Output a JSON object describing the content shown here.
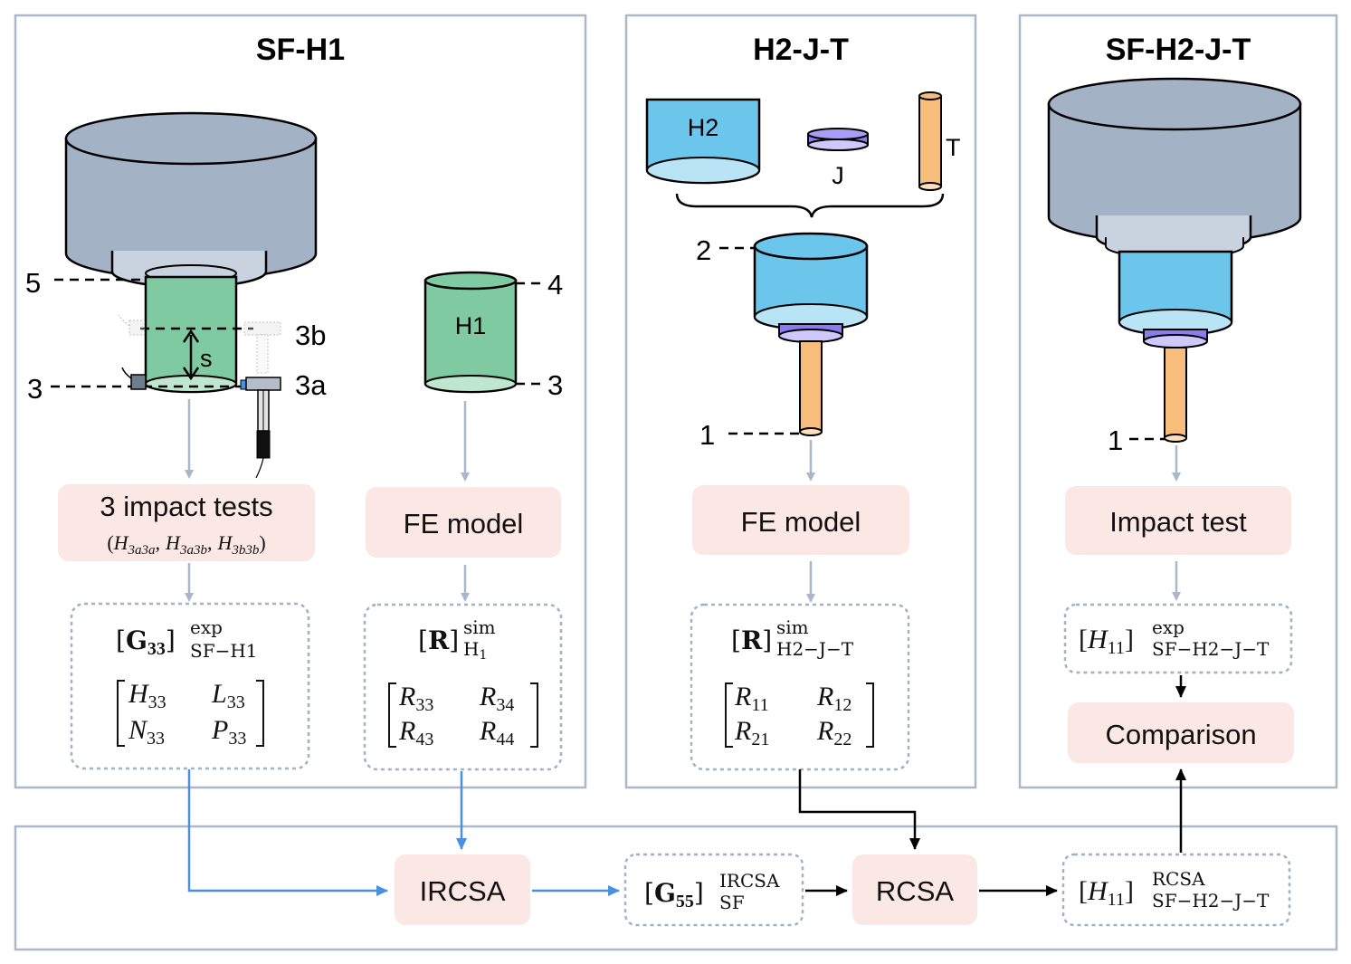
{
  "panels": {
    "sf_h1": {
      "title": "SF-H1"
    },
    "h2_j_t": {
      "title": "H2-J-T"
    },
    "sf_h2_j_t": {
      "title": "SF-H2-J-T"
    }
  },
  "labels": {
    "n5": "5",
    "n3": "3",
    "n3b": "3b",
    "n3a": "3a",
    "s": "s",
    "n4": "4",
    "n3r": "3",
    "h1": "H1",
    "h2": "H2",
    "j": "J",
    "t": "T",
    "n2": "2",
    "n1": "1",
    "n1b": "1"
  },
  "boxes": {
    "impact_tests": {
      "label": "3 impact tests",
      "sub_open": "(",
      "sub_h1": "H",
      "sub_h1_idx": "3a3a",
      "sub_h2": "H",
      "sub_h2_idx": "3a3b",
      "sub_h3": "H",
      "sub_h3_idx": "3b3b",
      "sub_close": ")",
      "comma": ","
    },
    "fe_model_1": {
      "label": "FE model"
    },
    "fe_model_2": {
      "label": "FE model"
    },
    "impact_test": {
      "label": "Impact test"
    },
    "comparison": {
      "label": "Comparison"
    },
    "ircsa": {
      "label": "IRCSA"
    },
    "rcsa": {
      "label": "RCSA"
    }
  },
  "matrices": {
    "g33": {
      "head": "G",
      "head_sub": "33",
      "sup": "exp",
      "sub": "SF−H1",
      "cells": [
        [
          "H",
          "33",
          "L",
          "33"
        ],
        [
          "N",
          "33",
          "P",
          "33"
        ]
      ]
    },
    "r_h1": {
      "head": "R",
      "sup": "sim",
      "sub": "H",
      "sub_sub": "1",
      "cells": [
        [
          "R",
          "33",
          "R",
          "34"
        ],
        [
          "R",
          "43",
          "R",
          "44"
        ]
      ]
    },
    "r_h2jt": {
      "head": "R",
      "sup": "sim",
      "sub": "H2−J−T",
      "cells": [
        [
          "R",
          "11",
          "R",
          "12"
        ],
        [
          "R",
          "21",
          "R",
          "22"
        ]
      ]
    },
    "h11_exp": {
      "head": "H",
      "head_sub": "11",
      "sup": "exp",
      "sub": "SF−H2−J−T"
    },
    "g55": {
      "head": "G",
      "head_sub": "55",
      "sup": "IRCSA",
      "sub": "SF"
    },
    "h11_rcsa": {
      "head": "H",
      "head_sub": "11",
      "sup": "RCSA",
      "sub": "SF−H2−J−T"
    }
  },
  "colors": {
    "frame": "#a9b9c8",
    "dotted": "#9fb3c7",
    "grey_arrow": "#a8b8c8",
    "blue_arrow": "#4a90e2",
    "box_fill": "#fbe8e4",
    "spindle": "#a3b3c5",
    "spindle_light": "#c9d3df",
    "holder": "#7fcaa0",
    "holder_light": "#bfe6cf",
    "h2": "#6cc6ec",
    "h2_light": "#b8e4f5",
    "joint": "#8a7cf0",
    "tool": "#f6be7a"
  }
}
